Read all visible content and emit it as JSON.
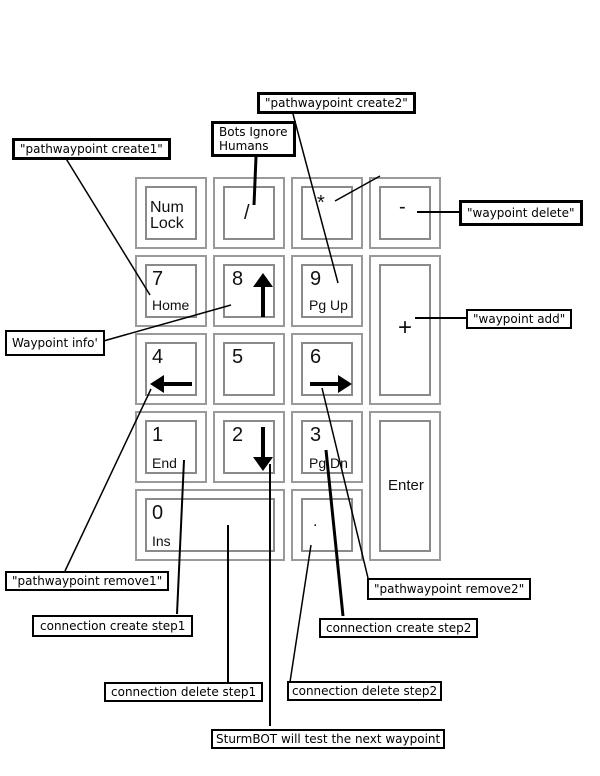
{
  "keys": {
    "numlock": {
      "line1": "Num",
      "line2": "Lock"
    },
    "divide": {
      "label": "/"
    },
    "multiply": {
      "label": "*"
    },
    "minus": {
      "label": "-"
    },
    "seven": {
      "num": "7",
      "sub": "Home"
    },
    "eight": {
      "num": "8",
      "arrow": "up-arrow"
    },
    "nine": {
      "num": "9",
      "sub": "Pg Up"
    },
    "plus": {
      "label": "+"
    },
    "four": {
      "num": "4",
      "arrow": "left-arrow"
    },
    "five": {
      "num": "5"
    },
    "six": {
      "num": "6",
      "arrow": "right-arrow"
    },
    "one": {
      "num": "1",
      "sub": "End"
    },
    "two": {
      "num": "2",
      "arrow": "down-arrow"
    },
    "three": {
      "num": "3",
      "sub": "Pg Dn"
    },
    "enter": {
      "label": "Enter"
    },
    "zero": {
      "num": "0",
      "sub": "Ins"
    },
    "decimal": {
      "label": "."
    }
  },
  "callouts": {
    "pathwaypoint_create1": "\"pathwaypoint create1\"",
    "bots_ignore_humans_line1": "Bots Ignore",
    "bots_ignore_humans_line2": "Humans",
    "pathwaypoint_create2": "\"pathwaypoint create2\"",
    "waypoint_delete": "\"waypoint delete\"",
    "waypoint_add": "\"waypoint add\"",
    "waypoint_info": "Waypoint info'",
    "pathwaypoint_remove1": "\"pathwaypoint remove1\"",
    "pathwaypoint_remove2": "\"pathwaypoint remove2\"",
    "connection_create_step1": "connection create step1",
    "connection_create_step2": "connection create step2",
    "connection_delete_step1": "connection delete step1",
    "connection_delete_step2": "connection delete step2",
    "sturmbot_test": "SturmBOT will test the next waypoint"
  }
}
